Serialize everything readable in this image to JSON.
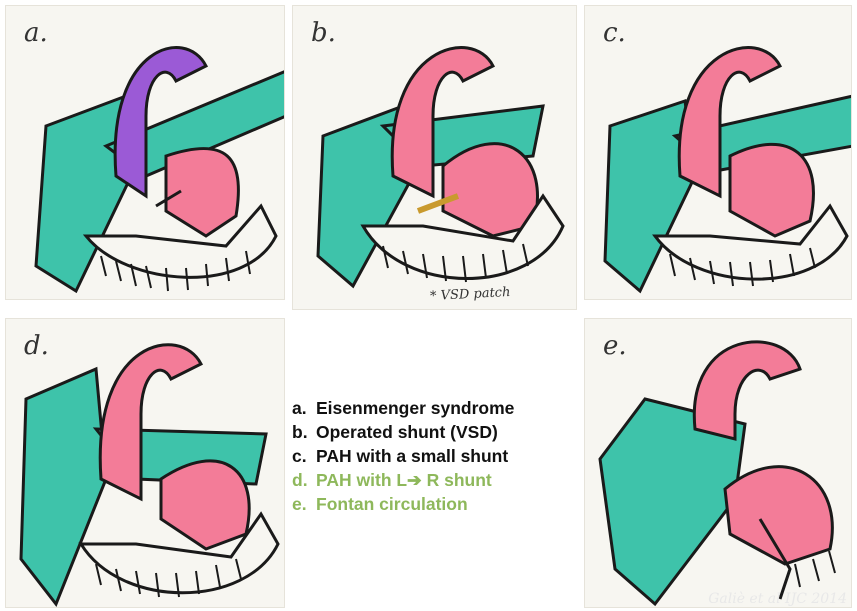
{
  "panels": [
    {
      "letter": "a."
    },
    {
      "letter": "b."
    },
    {
      "letter": "c."
    },
    {
      "letter": "d."
    },
    {
      "letter": "e."
    }
  ],
  "vsd_note": "* VSD patch",
  "legend": [
    {
      "marker": "a.",
      "text": "Eisenmenger syndrome",
      "color": "#111111"
    },
    {
      "marker": "b.",
      "text": "Operated shunt (VSD)",
      "color": "#111111"
    },
    {
      "marker": "c.",
      "text": "PAH with a small shunt",
      "color": "#111111"
    },
    {
      "marker": "d.",
      "text": "PAH with L➔ R shunt",
      "color": "#8eb85b"
    },
    {
      "marker": "e.",
      "text": "Fontan circulation",
      "color": "#8eb85b"
    }
  ],
  "credit": "Galiè et al IJC 2014",
  "colors": {
    "teal": "#3ec3aa",
    "pink": "#f37c98",
    "purple": "#9b5ad6",
    "outline": "#1a1a1a"
  }
}
